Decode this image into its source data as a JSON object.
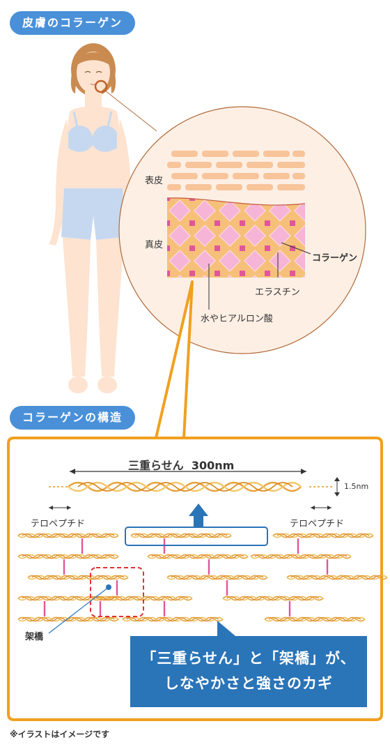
{
  "section1": {
    "title": "皮膚のコラーゲン"
  },
  "skin_labels": {
    "epidermis": "表皮",
    "dermis": "真皮",
    "collagen": "コラーゲン",
    "elastin": "エラスチン",
    "water_hyaluronic": "水やヒアルロン酸"
  },
  "section2": {
    "title": "コラーゲンの構造"
  },
  "structure": {
    "triple_helix_label": "三重らせん",
    "length": "300nm",
    "diameter": "1.5nm",
    "telopeptide_left": "テロペプチド",
    "telopeptide_right": "テロペプチド",
    "crosslink": "架橋"
  },
  "callout": {
    "line1": "「三重らせん」と「架橋」が、",
    "line2": "しなやかさと強さのカギ"
  },
  "footer": {
    "note": "※イラストはイメージです"
  },
  "colors": {
    "accent_blue": "#4a90d9",
    "callout_blue": "#2a74b8",
    "frame_orange": "#f0a020",
    "collagen_pink": "#f4b8d8",
    "crosslink_pink": "#e0569a",
    "skin_tone": "#fde3d0",
    "underwear_blue": "#c6d8f0"
  }
}
